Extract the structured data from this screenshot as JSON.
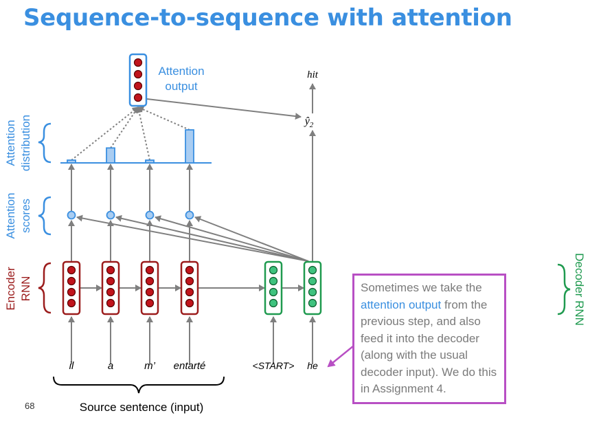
{
  "title": "Sequence-to-sequence with attention",
  "labels": {
    "attention_output": [
      "Attention",
      "output"
    ],
    "attention_distribution": [
      "Attention",
      "distribution"
    ],
    "attention_scores": [
      "Attention",
      "scores"
    ],
    "encoder_rnn": [
      "Encoder",
      "RNN"
    ],
    "decoder_rnn": "Decoder RNN",
    "hit": "hit",
    "y_hat": "ŷ",
    "y_sub": "2",
    "source_sentence": "Source sentence (input)"
  },
  "source_words": [
    "il",
    "a",
    "m’",
    "entarté"
  ],
  "decoder_inputs": [
    "<START>",
    "he"
  ],
  "attention_distribution": [
    0.05,
    0.28,
    0.05,
    0.62
  ],
  "note": {
    "before": "Sometimes we take the",
    "highlight": "attention output",
    "after": "from the previous step, and also feed it into the decoder (along with the usual decoder input). We do this in Assignment 4."
  },
  "page_number": "68",
  "colors": {
    "blue": "#3a8fe0",
    "red": "#9b1c1c",
    "green": "#1f9a4f",
    "purple": "#b84fc4",
    "gray": "#7f7f7f"
  }
}
